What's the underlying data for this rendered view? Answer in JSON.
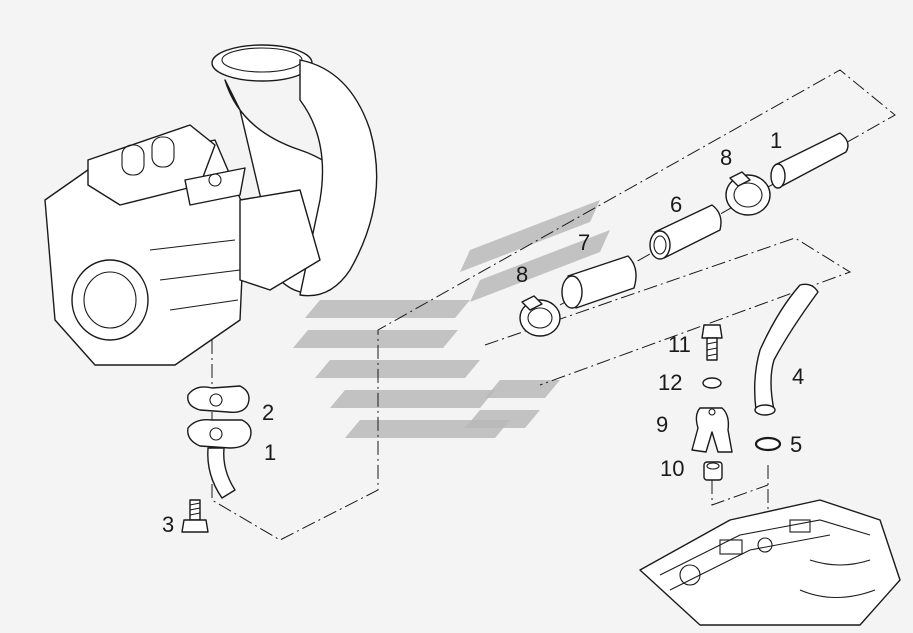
{
  "diagram": {
    "callouts": [
      {
        "id": "c1-top",
        "label": "1"
      },
      {
        "id": "c8-top",
        "label": "8"
      },
      {
        "id": "c6",
        "label": "6"
      },
      {
        "id": "c7",
        "label": "7"
      },
      {
        "id": "c8-mid",
        "label": "8"
      },
      {
        "id": "c2",
        "label": "2"
      },
      {
        "id": "c1-bottom",
        "label": "1"
      },
      {
        "id": "c3",
        "label": "3"
      },
      {
        "id": "c11",
        "label": "11"
      },
      {
        "id": "c12",
        "label": "12"
      },
      {
        "id": "c9",
        "label": "9"
      },
      {
        "id": "c10",
        "label": "10"
      },
      {
        "id": "c4",
        "label": "4"
      },
      {
        "id": "c5",
        "label": "5"
      }
    ],
    "colors": {
      "background": "#f4f4f4",
      "line": "#1a1a1a",
      "watermark": "#b9b9b9"
    },
    "icons": [
      "turbocharger",
      "hose",
      "hose-clamp",
      "sleeve",
      "gasket",
      "oil-drain-pipe",
      "bolt",
      "washer",
      "bracket",
      "nut",
      "o-ring",
      "engine-block",
      "watermark-logo"
    ]
  }
}
